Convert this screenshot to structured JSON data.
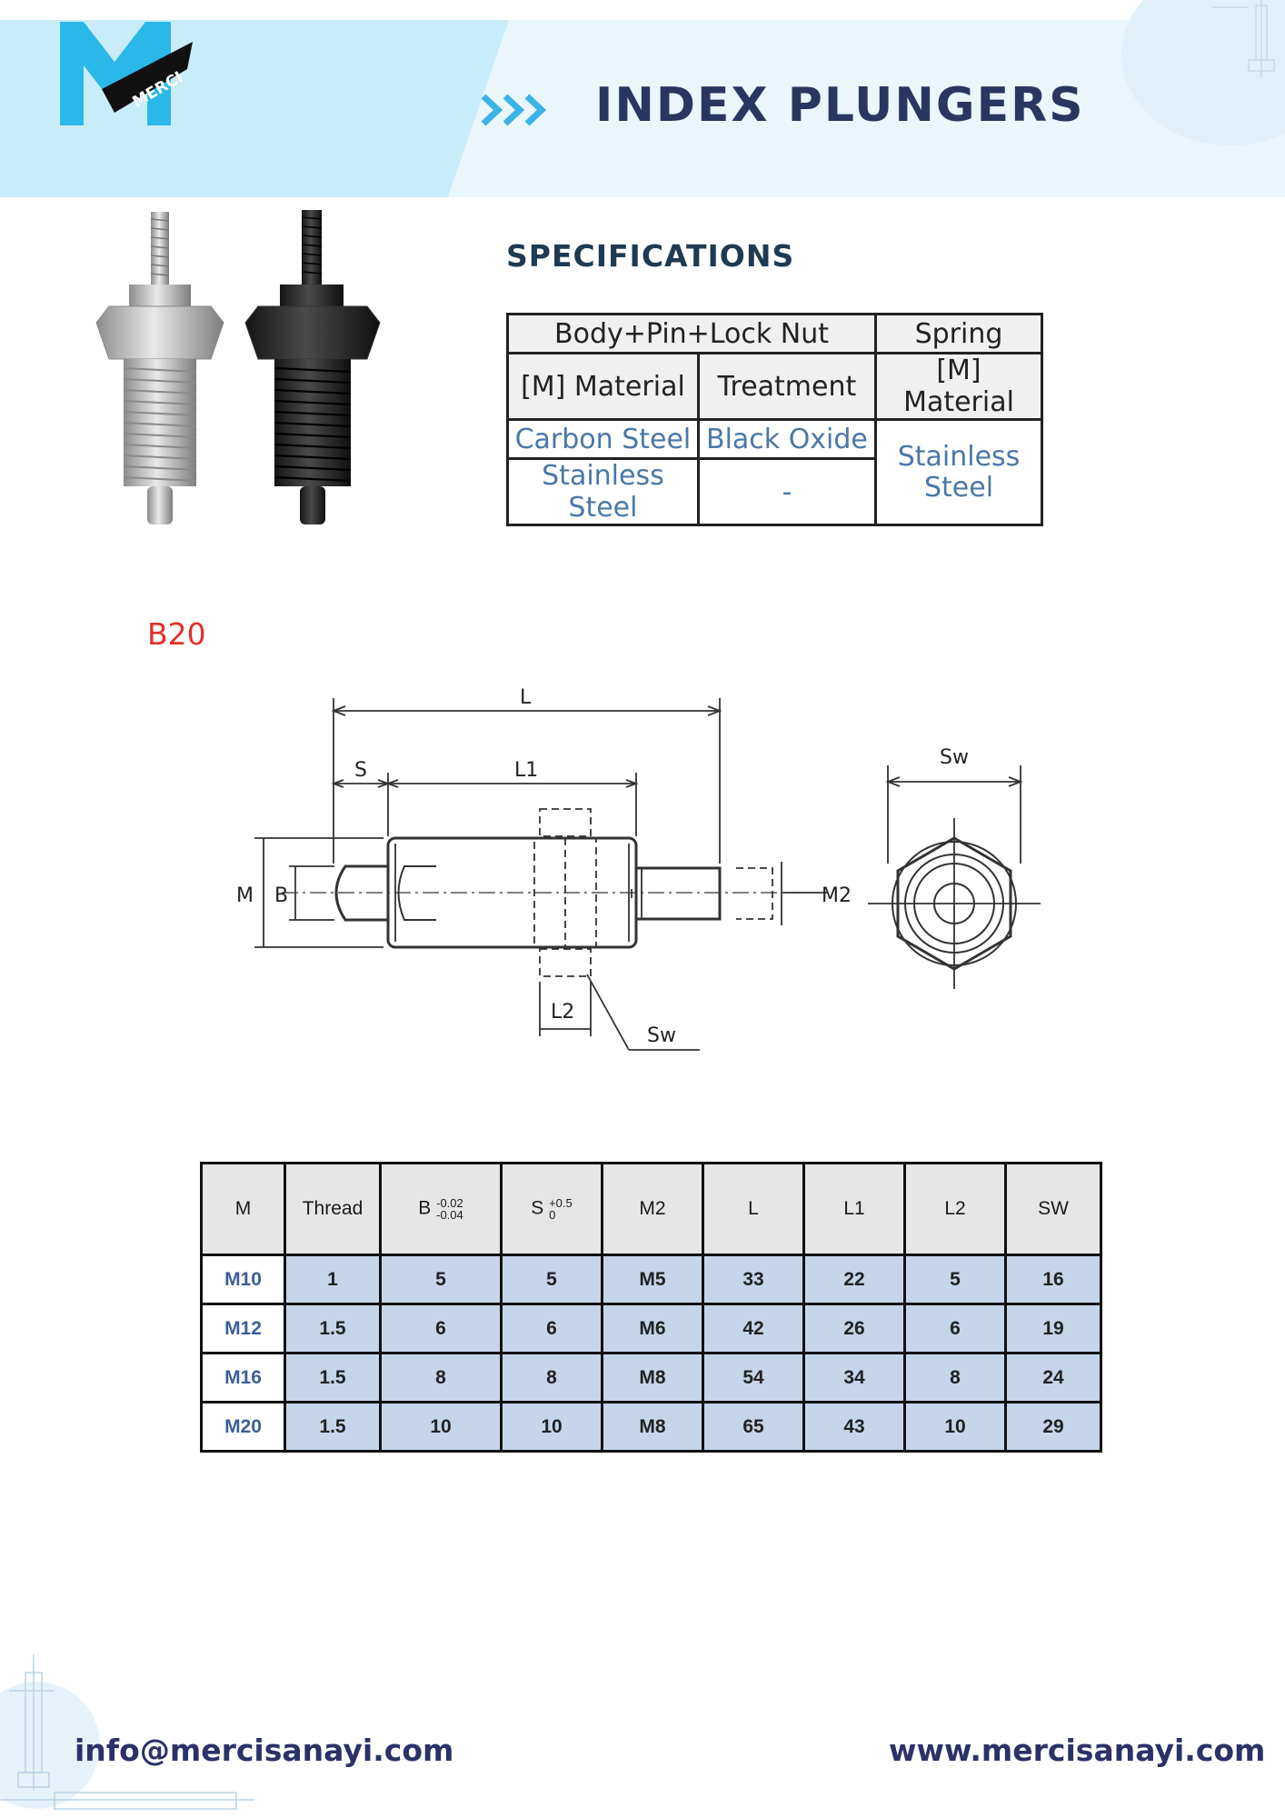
{
  "header": {
    "logo_text": "MERCI",
    "title": "INDEX PLUNGERS"
  },
  "specifications": {
    "title": "SPECIFICATIONS",
    "group_headers": [
      "Body+Pin+Lock Nut",
      "Spring"
    ],
    "col_headers": [
      "[M] Material",
      "Treatment",
      "[M] Material"
    ],
    "rows": [
      {
        "material": "Carbon Steel",
        "treatment": "Black Oxide"
      },
      {
        "material": "Stainless Steel",
        "treatment": "-"
      }
    ],
    "spring_material": [
      "Stainless",
      "Steel"
    ]
  },
  "model": "B20",
  "drawing_labels": {
    "L": "L",
    "S": "S",
    "L1": "L1",
    "M": "M",
    "B": "B",
    "M2": "M2",
    "L2": "L2",
    "Sw": "Sw"
  },
  "dimensions": {
    "headers": [
      "M",
      "Thread",
      "B",
      "S",
      "M2",
      "L",
      "L1",
      "L2",
      "SW"
    ],
    "b_tol": {
      "upper": "-0.02",
      "lower": "-0.04"
    },
    "s_tol": {
      "upper": "+0.5",
      "lower": "0"
    },
    "rows": [
      [
        "M10",
        "1",
        "5",
        "5",
        "M5",
        "33",
        "22",
        "5",
        "16"
      ],
      [
        "M12",
        "1.5",
        "6",
        "6",
        "M6",
        "42",
        "26",
        "6",
        "19"
      ],
      [
        "M16",
        "1.5",
        "8",
        "8",
        "M8",
        "54",
        "34",
        "8",
        "24"
      ],
      [
        "M20",
        "1.5",
        "10",
        "10",
        "M8",
        "65",
        "43",
        "10",
        "29"
      ]
    ]
  },
  "footer": {
    "email": "info@mercisanayi.com",
    "website": "www.mercisanayi.com"
  },
  "colors": {
    "title": "#27375f",
    "model": "#e0302a",
    "spec_blue": "#4a78a8",
    "table_row": "#c5d5ea"
  }
}
